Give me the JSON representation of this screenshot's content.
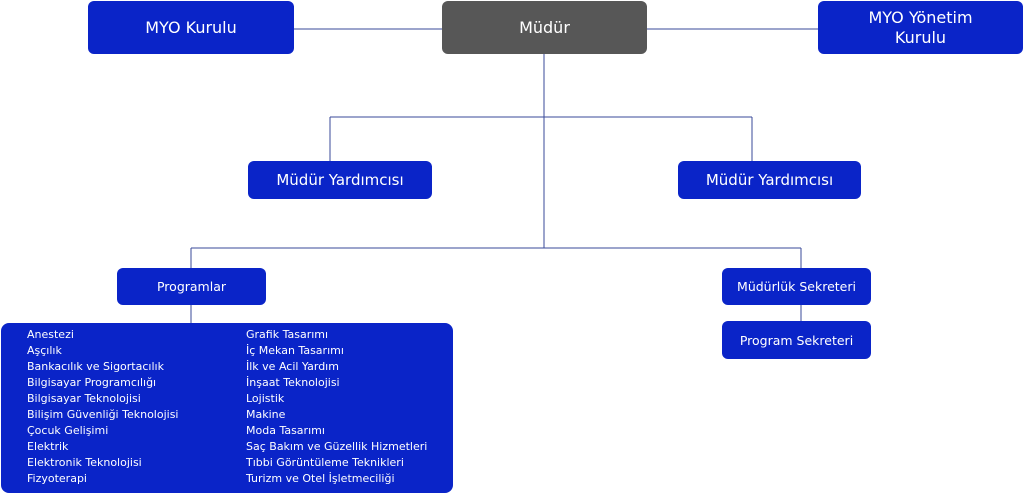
{
  "nodes": {
    "mudur": "Müdür",
    "myo_kurulu": "MYO Kurulu",
    "myo_yonetim_kurulu": "MYO Yönetim Kurulu",
    "mudur_yardimcisi_1": "Müdür Yardımcısı",
    "mudur_yardimcisi_2": "Müdür Yardımcısı",
    "programlar": "Programlar",
    "mudurluk_sekreteri": "Müdürlük Sekreteri",
    "program_sekreteri": "Program Sekreteri"
  },
  "programs_left": [
    "Anestezi",
    "Aşçılık",
    "Bankacılık ve Sigortacılık",
    "Bilgisayar Programcılığı",
    "Bilgisayar Teknolojisi",
    "Bilişim Güvenliği Teknolojisi",
    "Çocuk Gelişimi",
    "Elektrik",
    "Elektronik Teknolojisi",
    "Fizyoterapi"
  ],
  "programs_right": [
    "Grafik Tasarımı",
    "İç Mekan Tasarımı",
    "İlk ve Acil Yardım",
    "İnşaat Teknolojisi",
    "Lojistik",
    "Makine",
    "Moda Tasarımı",
    "Saç Bakım ve Güzellik Hizmetleri",
    "Tıbbi Görüntüleme Teknikleri",
    "Turizm ve Otel İşletmeciliği"
  ],
  "colors": {
    "box": "#0a24c8",
    "head_box": "#575757",
    "connector": "#3a4a9a"
  }
}
